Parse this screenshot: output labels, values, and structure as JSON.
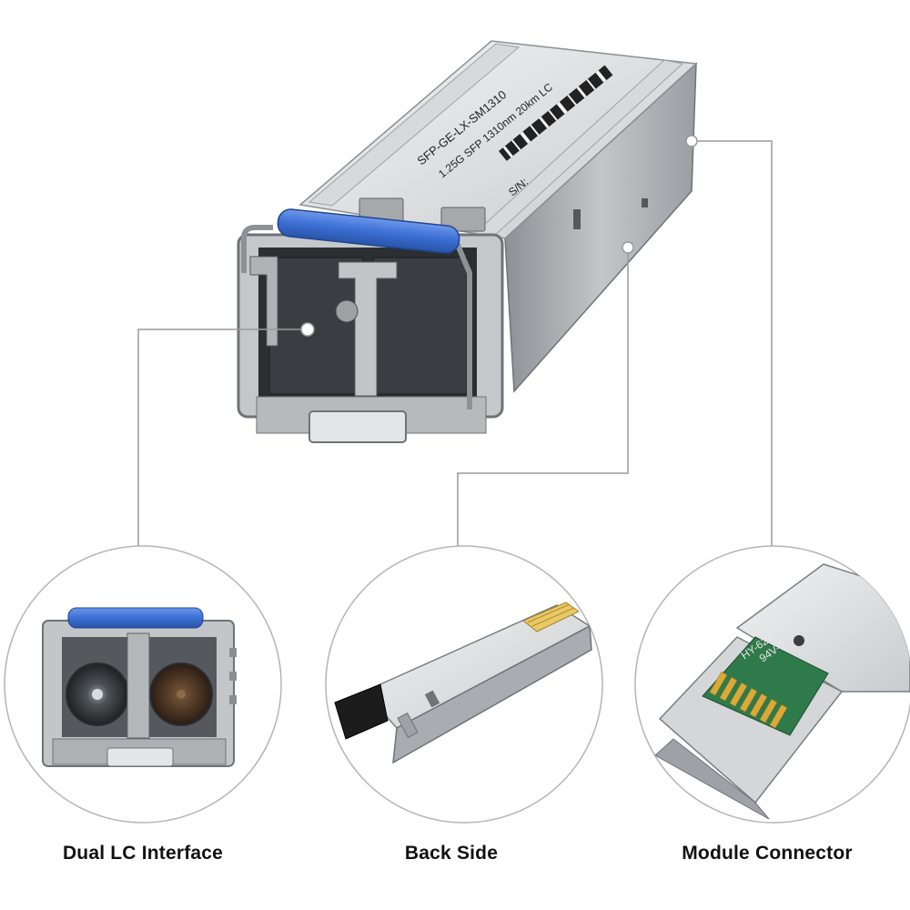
{
  "product": {
    "label_line1": "SFP-GE-LX-SM1310",
    "label_line2": "1.25G SFP 1310nm 20km LC",
    "label_line3": "S/N:",
    "pcb_text1": "HY-628",
    "pcb_text2": "94V-0"
  },
  "callouts": [
    {
      "caption": "Dual LC Interface"
    },
    {
      "caption": "Back Side"
    },
    {
      "caption": "Module Connector"
    }
  ],
  "colors": {
    "latch_blue": "#3b6fd4",
    "metal_light": "#e2e4e6",
    "metal_mid": "#b9bcbf",
    "metal_dark": "#6f7377",
    "leader_line": "#9a9a9a",
    "pcb_green": "#2f7a4a",
    "contact_gold": "#d9a93a",
    "caption_text": "#111111"
  }
}
